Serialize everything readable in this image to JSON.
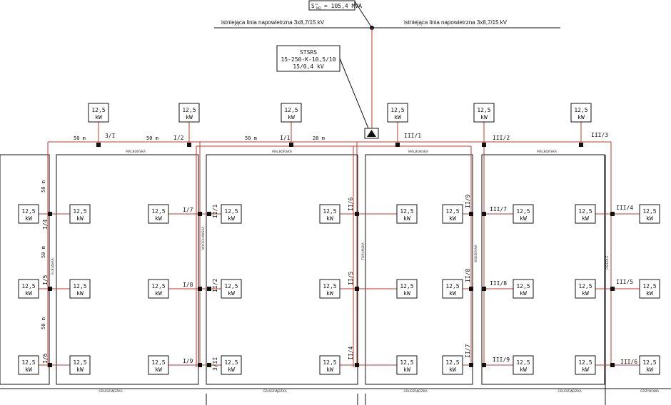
{
  "top": {
    "sk_prefix": "S\"",
    "sk_sub": "kQ",
    "sk_value": "= 105,4 MVA",
    "line_left": "istniejąca linia napowietrzna 3x8,7/15 kV",
    "line_right": "istniejąca linia napowietrzna 3x8,7/15 kV"
  },
  "station": {
    "l1": "STSRS",
    "l2": "15-250-K-10,5/10",
    "l3": "15/0,4 kV"
  },
  "load": {
    "value": "12,5",
    "unit": "kW"
  },
  "distances": [
    {
      "id": "d1",
      "text": "50 m"
    },
    {
      "id": "d2",
      "text": "50 m"
    },
    {
      "id": "d3",
      "text": "50 m"
    },
    {
      "id": "d4",
      "text": "20 m"
    },
    {
      "id": "v1",
      "text": "50 m"
    },
    {
      "id": "v2",
      "text": "50 m"
    },
    {
      "id": "v3",
      "text": "50 m"
    }
  ],
  "nodes": [
    "3/I",
    "I/2",
    "I/1",
    "III/1",
    "III/2",
    "III/3",
    "I/7",
    "I/8",
    "I/9",
    "I/4",
    "I/5",
    "I/6",
    "II/1",
    "II/2",
    "3/II",
    "II/6",
    "II/5",
    "II/4",
    "II/9",
    "II/8",
    "II/7",
    "III/7",
    "III/8",
    "III/9",
    "III/4",
    "III/5",
    "III/6"
  ],
  "streets": {
    "top": "MALBORSKA",
    "bottom": "GRUDZIĄDZKA",
    "bottom_right": "GRZYBOWA",
    "v_elblaska": "ELBLĄSKA",
    "v_wloclawska": "WŁOCŁAWSKA",
    "v_torunska": "TORUŃSKA",
    "v_wiosenna": "WIOSENNA",
    "v_osiedle": "OSIEDLE"
  },
  "colors": {
    "cable": "#c0392b",
    "lines": "#111111"
  }
}
